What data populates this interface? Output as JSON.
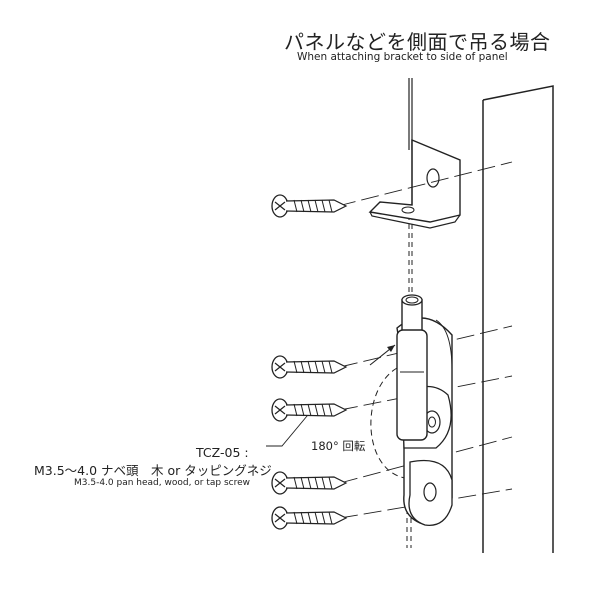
{
  "title": {
    "jp": "パネルなどを側面で吊る場合",
    "en": "When attaching bracket to side of panel"
  },
  "callouts": {
    "model": "TCZ-05 :",
    "screw_spec_jp": "M3.5～4.0 ナベ頭　木 or タッピングネジ",
    "screw_spec_en": "M3.5-4.0 pan head, wood, or tap screw",
    "rotation": "180° 回転"
  },
  "colors": {
    "line": "#222222",
    "shade": "#e6e6e6",
    "background": "#ffffff"
  },
  "icons": [
    "screw-icon",
    "angle-bracket",
    "swivel-hanger",
    "wall-panel"
  ]
}
